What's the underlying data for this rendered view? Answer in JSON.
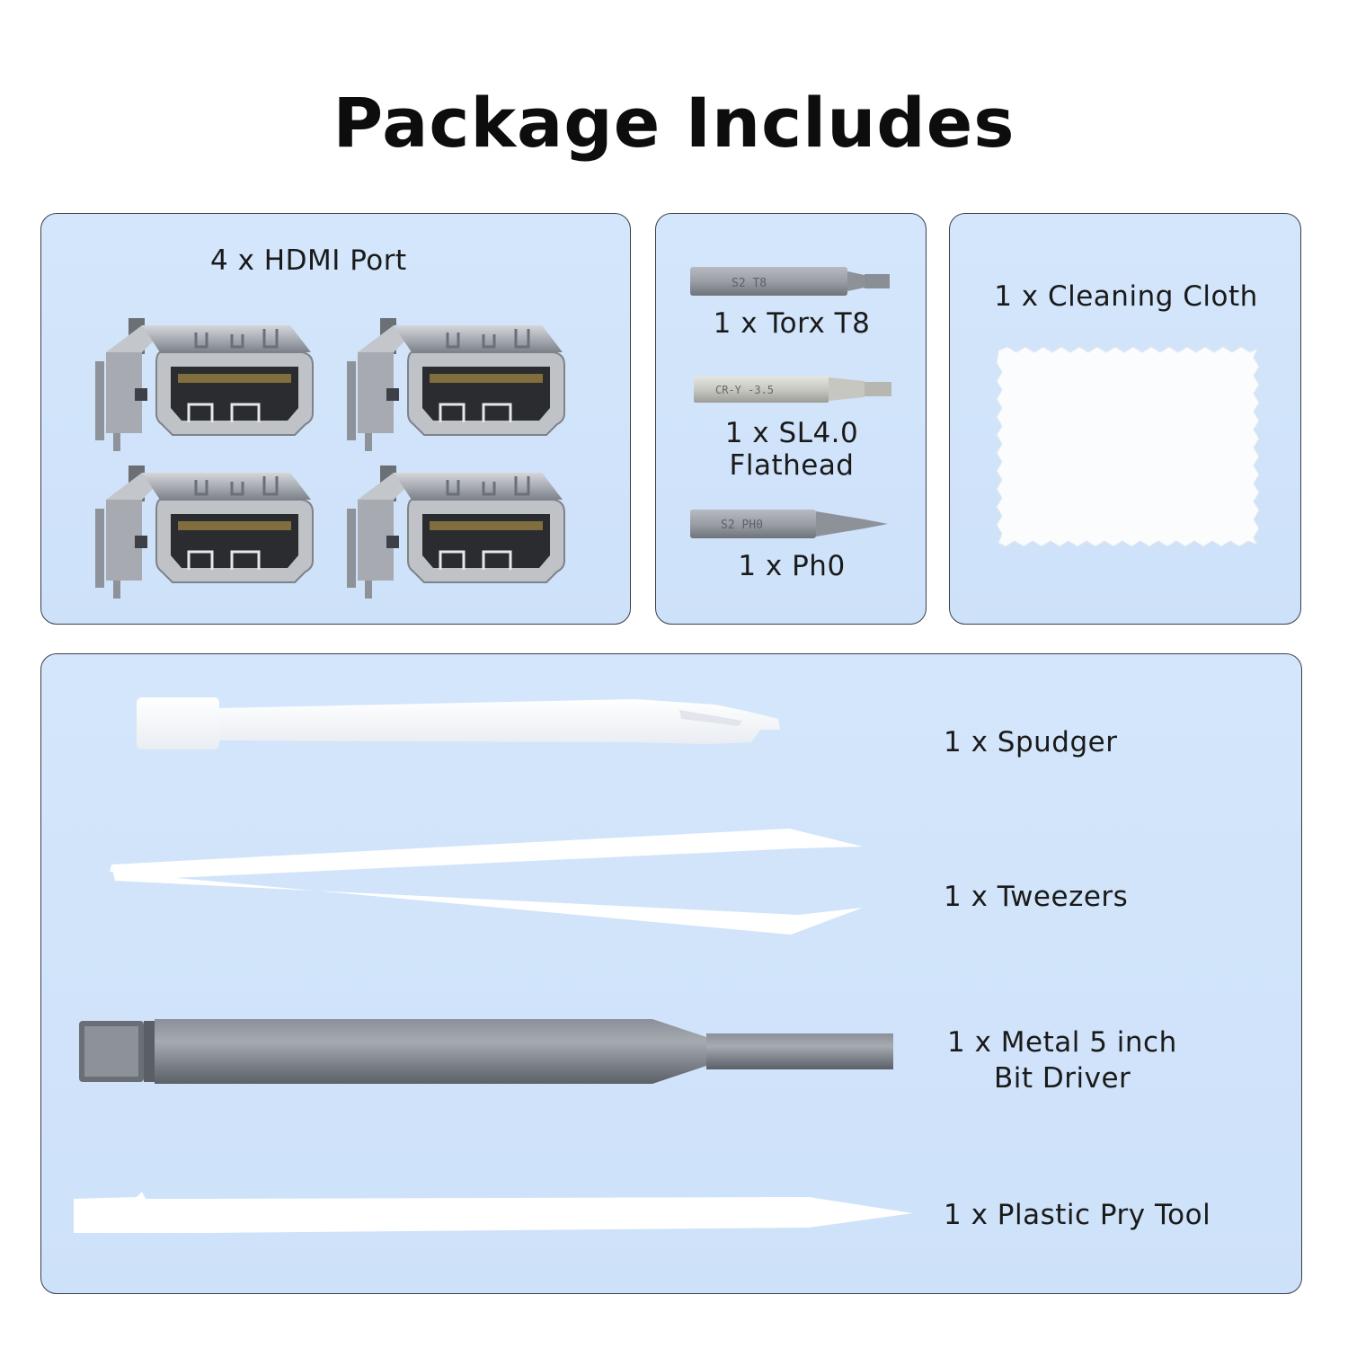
{
  "title": "Package Includes",
  "panels": {
    "hdmi": {
      "label": "4 x HDMI Port",
      "ports": [
        {
          "icon": "hdmi-port-icon"
        },
        {
          "icon": "hdmi-port-icon"
        },
        {
          "icon": "hdmi-port-icon"
        },
        {
          "icon": "hdmi-port-icon"
        }
      ]
    },
    "bits": {
      "items": [
        {
          "label": "1 x Torx T8",
          "engraving": "S2 T8",
          "icon": "torx-bit-icon"
        },
        {
          "label_line1": "1 x SL4.0",
          "label_line2": "Flathead",
          "engraving": "CR-Y -3.5",
          "icon": "flathead-bit-icon"
        },
        {
          "label": "1 x Ph0",
          "engraving": "S2 PH0",
          "icon": "phillips-bit-icon"
        }
      ]
    },
    "cloth": {
      "label": "1 x Cleaning Cloth",
      "icon": "cleaning-cloth-icon"
    },
    "tools": {
      "items": [
        {
          "label": "1 x Spudger",
          "icon": "spudger-icon"
        },
        {
          "label": "1 x Tweezers",
          "icon": "tweezers-icon"
        },
        {
          "label_line1": "1 x Metal 5 inch",
          "label_line2": "Bit Driver",
          "icon": "bit-driver-icon"
        },
        {
          "label": "1 x Plastic Pry Tool",
          "icon": "pry-tool-icon"
        }
      ]
    }
  },
  "colors": {
    "panel_bg": "#d0e3fa",
    "panel_border": "#3a3f4a",
    "metal": "#9a9ea6",
    "plastic": "#ffffff"
  }
}
